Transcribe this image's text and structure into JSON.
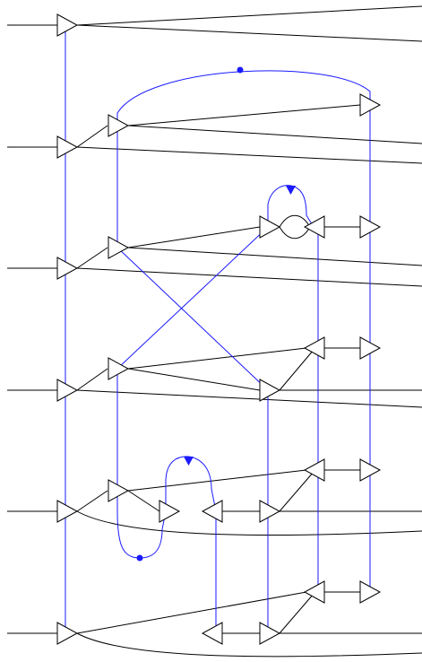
{
  "diagram": {
    "type": "graphical-calculus-diagram",
    "description_text": "",
    "input_wire_count": 6,
    "output_wire_count": 12,
    "colors": {
      "background": "#ffffff",
      "ink": "#000000",
      "accent": "#1a1aff"
    },
    "symbols": {
      "triangle_node": "triangle",
      "dot_node": "filled-circle",
      "arrowhead_node": "filled-triangle"
    }
  }
}
